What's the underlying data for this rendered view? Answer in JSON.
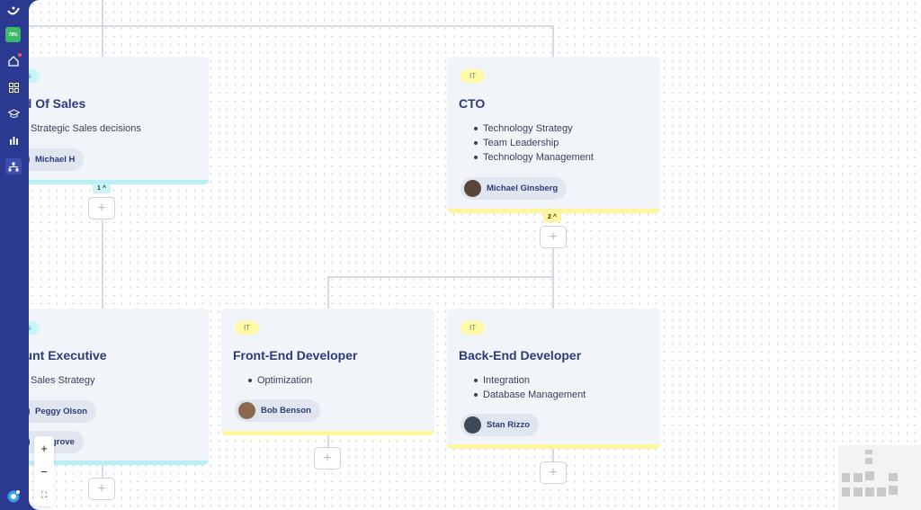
{
  "sidebar": {
    "badge": "78%",
    "items": [
      {
        "name": "home-icon"
      },
      {
        "name": "grid-icon"
      },
      {
        "name": "graduation-cap-icon"
      },
      {
        "name": "bar-chart-icon"
      },
      {
        "name": "org-chart-icon",
        "active": true
      }
    ]
  },
  "cards": {
    "head_of_sales": {
      "tag": "es",
      "title": "ad Of Sales",
      "bullets": [
        "Strategic Sales decisions"
      ],
      "person": "Michael H",
      "count": "1 ^"
    },
    "cto": {
      "tag": "IT",
      "title": "CTO",
      "bullets": [
        "Technology Strategy",
        "Team Leadership",
        "Technology Management"
      ],
      "person": "Michael Ginsberg",
      "count": "2 ^"
    },
    "account_exec": {
      "tag": "es",
      "title": "ount Executive",
      "bullets": [
        "Sales Strategy"
      ],
      "persons": [
        "Peggy Olson",
        "Cosgrove"
      ]
    },
    "frontend": {
      "tag": "IT",
      "title": "Front-End Developer",
      "bullets": [
        "Optimization"
      ],
      "person": "Bob Benson"
    },
    "backend": {
      "tag": "IT",
      "title": "Back-End Developer",
      "bullets": [
        "Integration",
        "Database Management"
      ],
      "person": "Stan Rizzo"
    }
  },
  "zoom": {
    "in": "+",
    "out": "−",
    "fit": "⛶"
  },
  "colors": {
    "it": "#fff59a",
    "sales": "#c8f5f7",
    "sidebar": "#2b3990",
    "title": "#2d3a7c"
  }
}
